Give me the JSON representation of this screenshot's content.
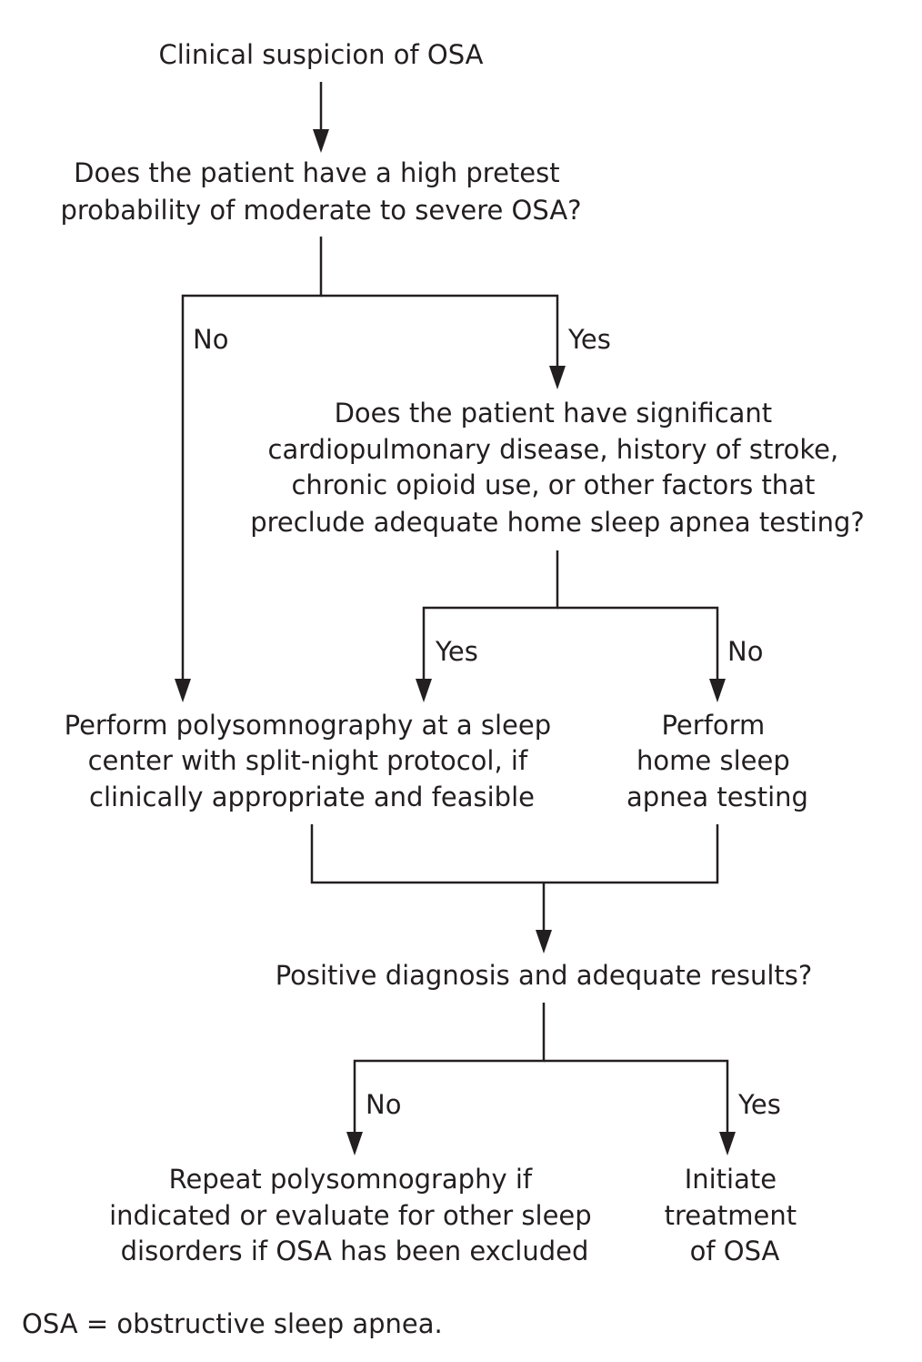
{
  "nodes": {
    "start": [
      "Clinical suspicion of OSA"
    ],
    "q1": [
      "Does the patient have a high pretest",
      "probability of moderate to severe OSA?"
    ],
    "q2": [
      "Does the patient have significant",
      "cardiopulmonary disease, history of stroke,",
      "chronic opioid use, or other factors that",
      "preclude adequate home sleep apnea testing?"
    ],
    "psg": [
      "Perform polysomnography at a sleep",
      "center with split-night protocol, if",
      "clinically appropriate and feasible"
    ],
    "hsat": [
      "Perform",
      "home sleep",
      "apnea testing"
    ],
    "q3": [
      "Positive diagnosis and adequate results?"
    ],
    "repeat": [
      "Repeat polysomnography if",
      "indicated or evaluate for other sleep",
      "disorders if OSA has been excluded"
    ],
    "treat": [
      "Initiate",
      "treatment",
      "of OSA"
    ]
  },
  "edges": {
    "q1_no": "No",
    "q1_yes": "Yes",
    "q2_yes": "Yes",
    "q2_no": "No",
    "q3_no": "No",
    "q3_yes": "Yes"
  },
  "footnote": "OSA = obstructive sleep apnea."
}
